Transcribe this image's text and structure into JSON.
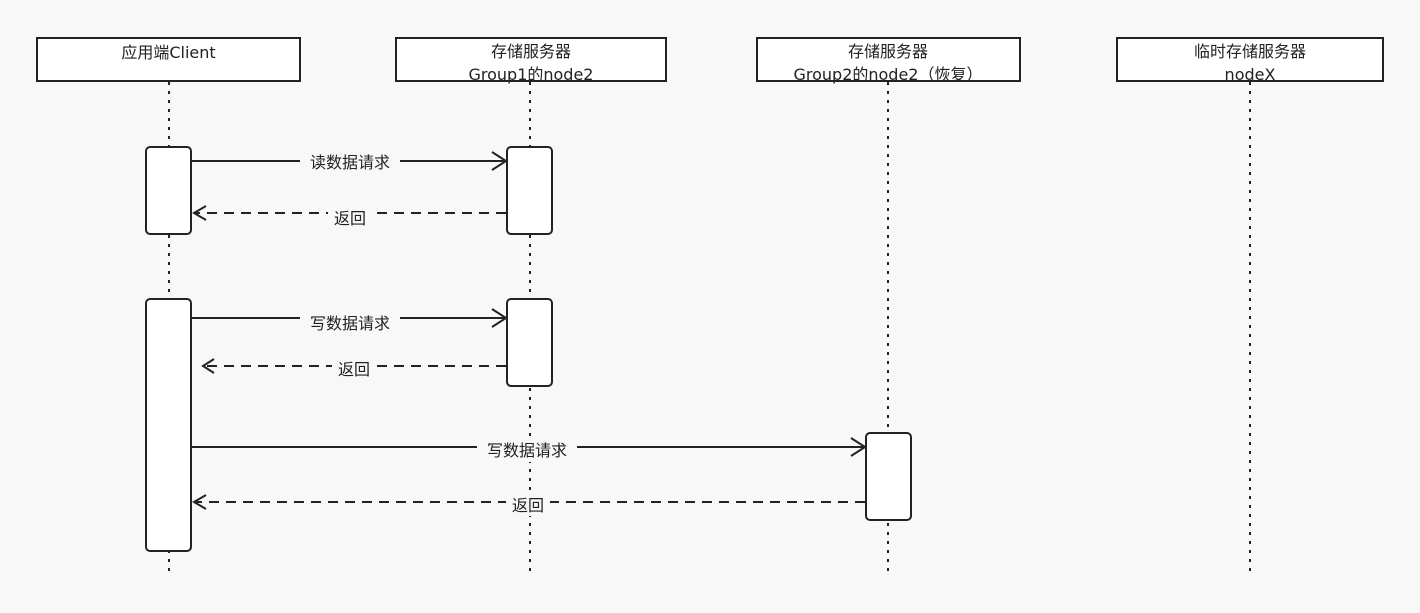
{
  "colors": {
    "background": "#f8f8f8",
    "stroke": "#222222",
    "box_fill": "#ffffff"
  },
  "participants": [
    {
      "id": "client",
      "line1": "应用端Client",
      "line2": ""
    },
    {
      "id": "g1n2",
      "line1": "存储服务器",
      "line2": "Group1的node2"
    },
    {
      "id": "g2n2",
      "line1": "存储服务器",
      "line2": "Group2的node2（恢复）"
    },
    {
      "id": "nodex",
      "line1": "临时存储服务器",
      "line2": "nodeX"
    }
  ],
  "messages": [
    {
      "from": "client",
      "to": "g1n2",
      "label": "读数据请求",
      "style": "solid"
    },
    {
      "from": "g1n2",
      "to": "client",
      "label": "返回",
      "style": "dashed"
    },
    {
      "from": "client",
      "to": "g1n2",
      "label": "写数据请求",
      "style": "solid"
    },
    {
      "from": "g1n2",
      "to": "client",
      "label": "返回",
      "style": "dashed"
    },
    {
      "from": "client",
      "to": "g2n2",
      "label": "写数据请求",
      "style": "solid"
    },
    {
      "from": "g2n2",
      "to": "client",
      "label": "返回",
      "style": "dashed"
    }
  ]
}
